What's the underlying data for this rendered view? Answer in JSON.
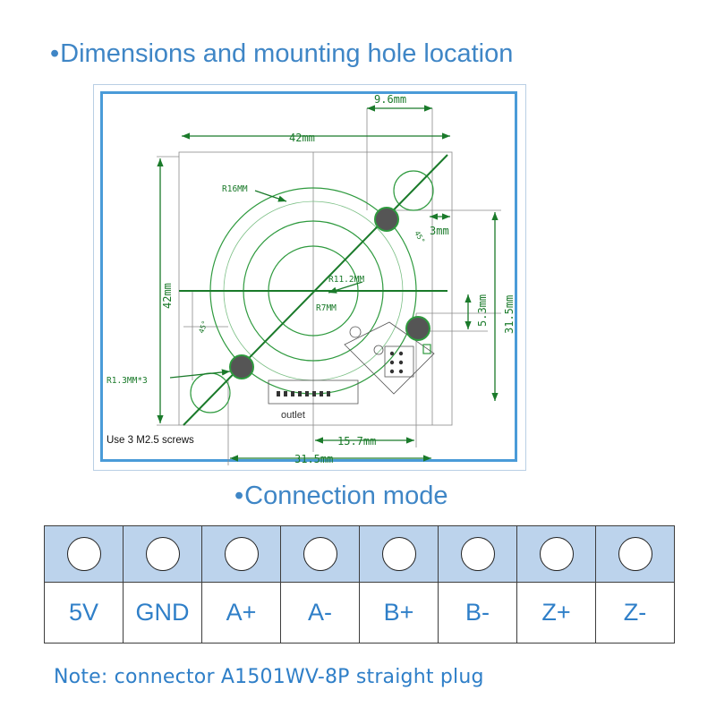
{
  "dimensions_section": {
    "bullet": "•",
    "title": "Dimensions and mounting hole location",
    "labels": {
      "width_top": "42mm",
      "offset_top": "9.6mm",
      "height_left": "42mm",
      "radius_outer": "R16MM",
      "radius_mid": "R11.2MM",
      "radius_inner": "R7MM",
      "angle_a": "45°",
      "angle_b": "45°",
      "offset_3mm": "3mm",
      "offset_53mm": "5.3mm",
      "height_right": "31.5mm",
      "hole_radius": "R1.3MM*3",
      "bottom_inner": "15.7mm",
      "bottom_outer": "31.5mm",
      "outlet": "outlet",
      "screws_note": "Use 3 M2.5 screws"
    },
    "colors": {
      "line": "#1a7a2a",
      "frame": "#4a9bd8"
    }
  },
  "connection_section": {
    "bullet": "•",
    "title": "Connection mode",
    "pins": [
      "5V",
      "GND",
      "A+",
      "A-",
      "B+",
      "B-",
      "Z+",
      "Z-"
    ],
    "colors": {
      "header": "#bcd3ec",
      "text": "#2f7fc8"
    }
  },
  "note": "Note: connector A1501WV-8P straight plug"
}
